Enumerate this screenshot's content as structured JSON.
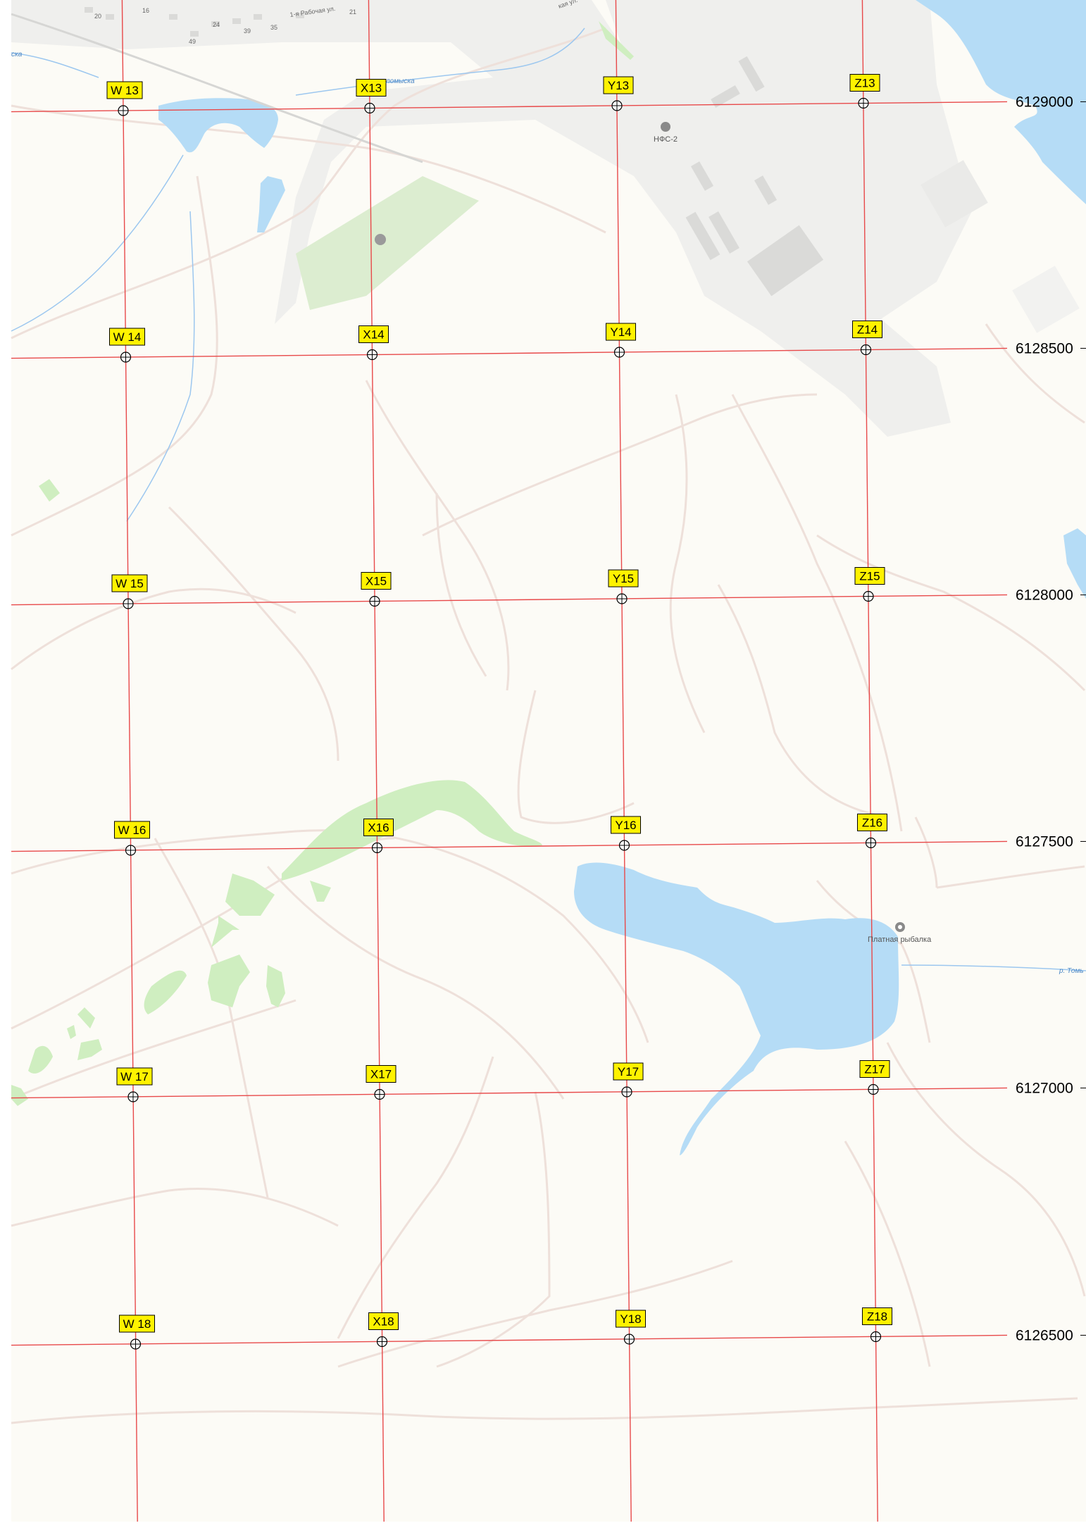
{
  "map": {
    "base_color": "#fcfbf6",
    "industrial_color": "#efefed",
    "water_color": "#b5dcf6",
    "park_color": "#dcedd0",
    "forest_color": "#cfeec0",
    "road_color": "#eee0da",
    "grid_color": "#e8494a",
    "label_fill": "#fff200"
  },
  "grid": {
    "columns": [
      "W",
      "X",
      "Y",
      "Z"
    ],
    "rows": [
      {
        "num": "13",
        "coord": "6129000"
      },
      {
        "num": "14",
        "coord": "6128500"
      },
      {
        "num": "15",
        "coord": "6128000"
      },
      {
        "num": "16",
        "coord": "6127500"
      },
      {
        "num": "17",
        "coord": "6127000"
      },
      {
        "num": "18",
        "coord": "6126500"
      }
    ],
    "cells": [
      [
        "W 13",
        "X13",
        "Y13",
        "Z13"
      ],
      [
        "W 14",
        "X14",
        "Y14",
        "Z14"
      ],
      [
        "W 15",
        "X15",
        "Y15",
        "Z15"
      ],
      [
        "W 16",
        "X16",
        "Y16",
        "Z16"
      ],
      [
        "W 17",
        "X17",
        "Y17",
        "Z17"
      ],
      [
        "W 18",
        "X18",
        "Y18",
        "Z18"
      ]
    ]
  },
  "poi": {
    "station": "НФС-2",
    "fishing": "Платная рыбалка"
  },
  "streets": {
    "rabochaya": "1-я Рабочая ул.",
    "street2": "кая ул.",
    "house_16": "16",
    "house_20": "20",
    "house_24": "24",
    "house_35": "35",
    "house_39": "39",
    "house_49": "49",
    "house_21": "21"
  },
  "rivers": {
    "tom_top": "ломыска",
    "left_top": "ска",
    "right_mid": "р. Томь"
  }
}
